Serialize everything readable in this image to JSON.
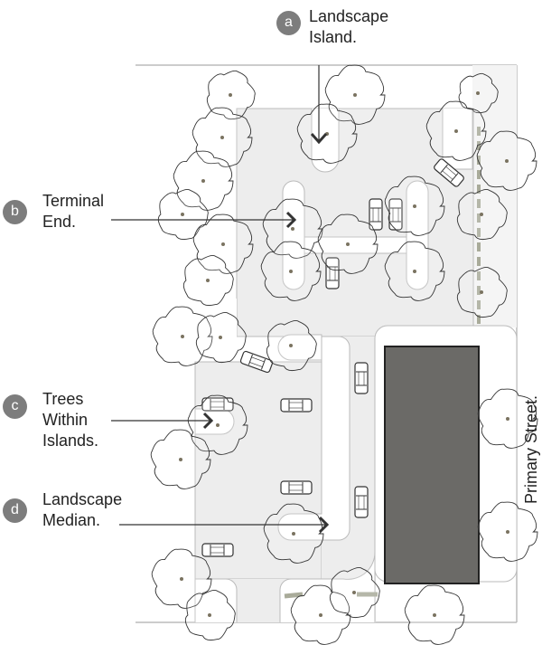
{
  "callouts": [
    {
      "letter": "a",
      "text": "Landscape\nIsland."
    },
    {
      "letter": "b",
      "text": "Terminal\nEnd."
    },
    {
      "letter": "c",
      "text": "Trees\nWithin\nIslands."
    },
    {
      "letter": "d",
      "text": "Landscape\nMedian."
    }
  ],
  "street_label": "Primary Street.",
  "colors": {
    "pavement": "#ededed",
    "building": "#6b6a67",
    "callout": "#7d7d7d",
    "hedge": "#a9ab9a"
  }
}
